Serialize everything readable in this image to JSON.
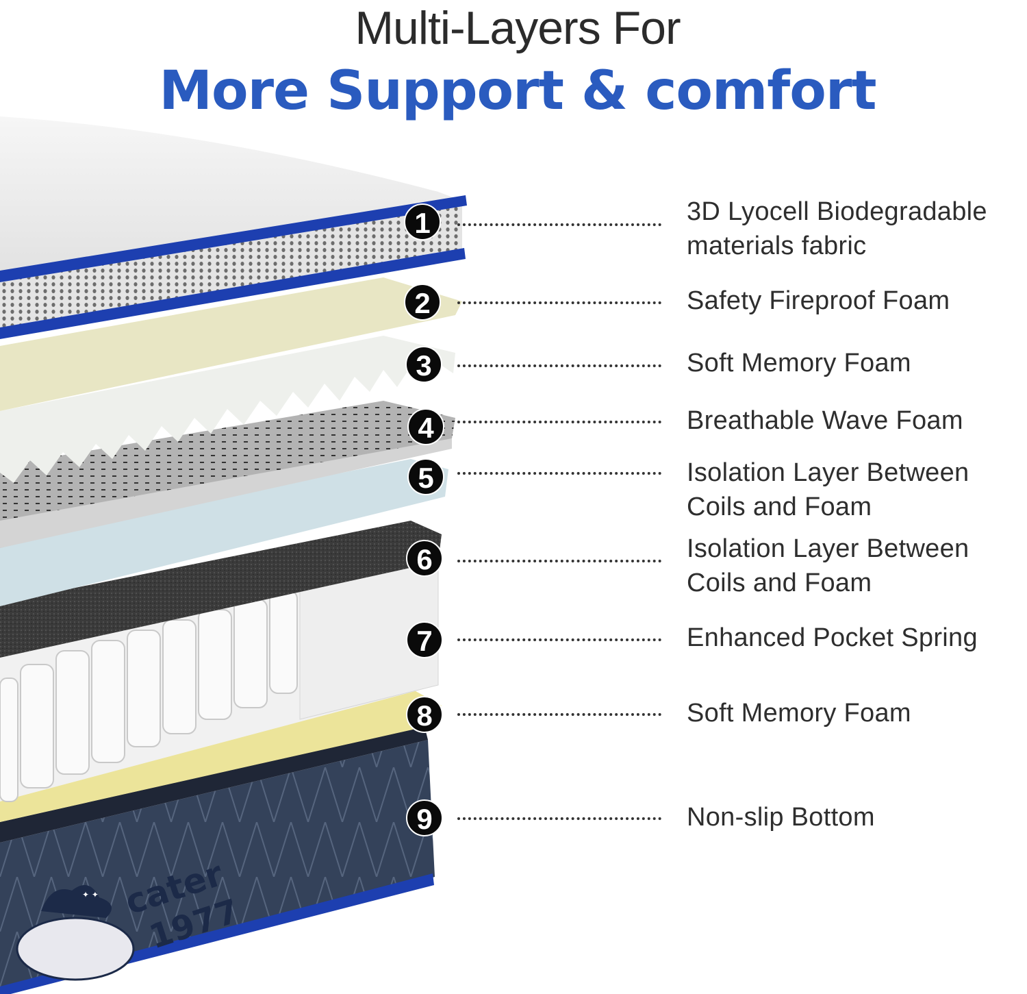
{
  "header": {
    "line1": "Multi-Layers For",
    "line2": "More Support & comfort",
    "line2_color": "#2a5bbf"
  },
  "brand": {
    "name": "cater",
    "year": "1977",
    "mascot": "sleeping-cat-logo"
  },
  "colors": {
    "piping_blue": "#1d3fb0",
    "fireproof_foam": "#e8e6c4",
    "memory_foam_top": "#eef0ec",
    "wave_foam": "#bdbdbd",
    "isolation_blue": "#cfe0e6",
    "felt_dark": "#3a3a3a",
    "spring_white": "#f3f3f3",
    "memory_foam_bottom": "#ece49a",
    "bottom_fabric": "#2c3a4f"
  },
  "layers": [
    {
      "number": "1",
      "label_line1": "3D Lyocell  Biodegradable",
      "label_line2": "materials fabric"
    },
    {
      "number": "2",
      "label_line1": "Safety Fireproof Foam",
      "label_line2": ""
    },
    {
      "number": "3",
      "label_line1": "Soft Memory Foam",
      "label_line2": ""
    },
    {
      "number": "4",
      "label_line1": "Breathable Wave Foam",
      "label_line2": ""
    },
    {
      "number": "5",
      "label_line1": "Isolation Layer Between",
      "label_line2": "Coils and Foam"
    },
    {
      "number": "6",
      "label_line1": "Isolation Layer Between",
      "label_line2": "Coils and Foam"
    },
    {
      "number": "7",
      "label_line1": "Enhanced Pocket Spring",
      "label_line2": ""
    },
    {
      "number": "8",
      "label_line1": "Soft Memory Foam",
      "label_line2": ""
    },
    {
      "number": "9",
      "label_line1": "Non-slip Bottom",
      "label_line2": ""
    }
  ]
}
